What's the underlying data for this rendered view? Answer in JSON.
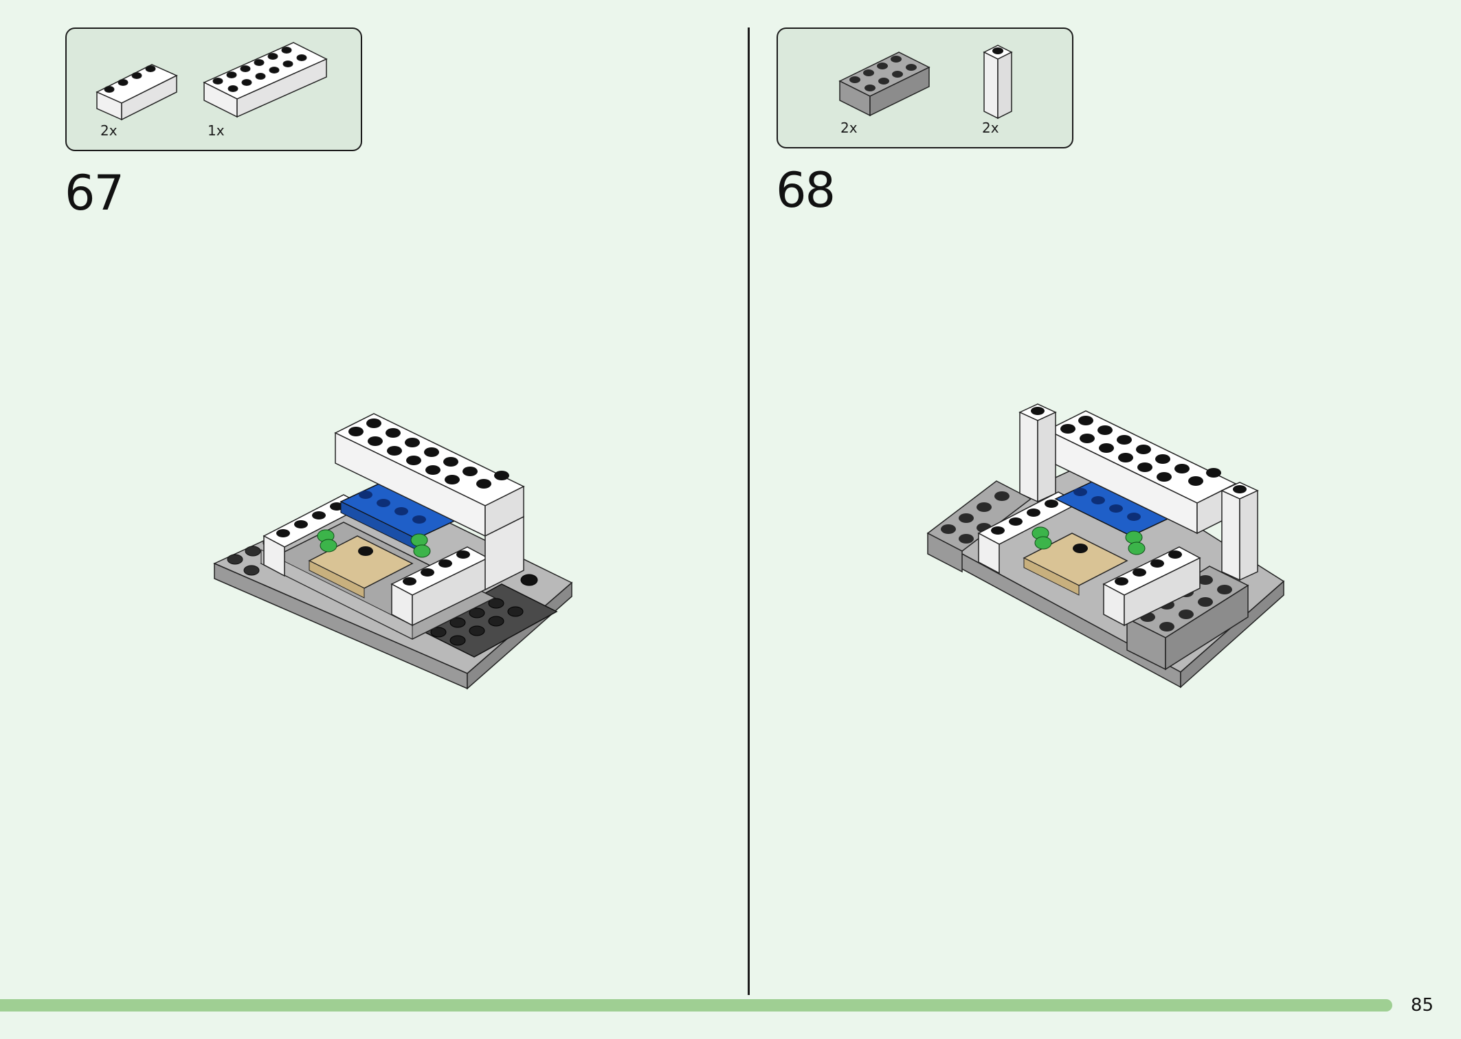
{
  "steps": [
    {
      "number": "67",
      "parts": [
        {
          "qty": "2x",
          "icon": "white-brick-1x4-icon",
          "color": "#ffffff"
        },
        {
          "qty": "1x",
          "icon": "white-brick-2x6-icon",
          "color": "#ffffff"
        }
      ]
    },
    {
      "number": "68",
      "parts": [
        {
          "qty": "2x",
          "icon": "gray-brick-2x4-icon",
          "color": "#9a9a9a"
        },
        {
          "qty": "2x",
          "icon": "white-brick-1x1-tall-icon",
          "color": "#ffffff"
        }
      ]
    }
  ],
  "page_number": "85",
  "colors": {
    "background": "#ebf6ec",
    "parts_box": "#dbe9dc",
    "progress_bar": "#9fcf93",
    "blue_brick": "#1f5fc8",
    "tan_plate": "#d9c395",
    "green_plant": "#3cb44a",
    "dark_gray": "#3c3c3c",
    "light_gray": "#a6a6a6"
  }
}
